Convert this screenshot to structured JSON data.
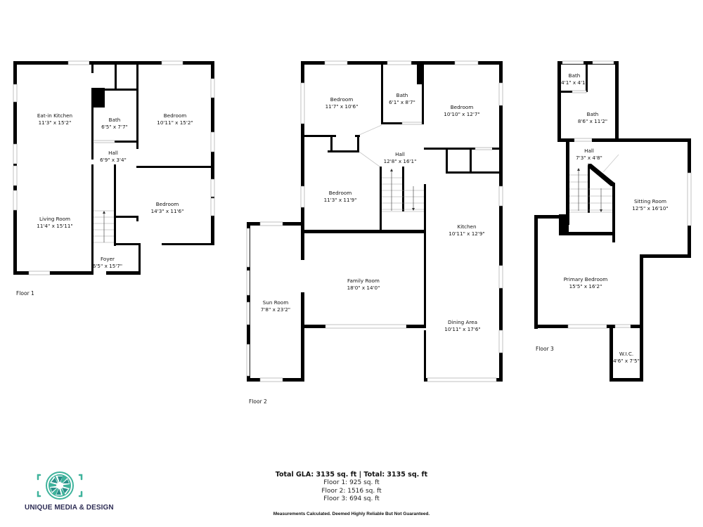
{
  "floors": [
    {
      "label": "Floor 1",
      "rooms": [
        {
          "name": "Eat-in Kitchen",
          "dim": "11'3\" x 15'2\""
        },
        {
          "name": "Bath",
          "dim": "6'5\" x 7'7\""
        },
        {
          "name": "Bedroom",
          "dim": "10'11\" x 15'2\""
        },
        {
          "name": "Hall",
          "dim": "6'9\" x 3'4\""
        },
        {
          "name": "Bedroom",
          "dim": "14'3\" x 11'6\""
        },
        {
          "name": "Living Room",
          "dim": "11'4\" x 15'11\""
        },
        {
          "name": "Foyer",
          "dim": "6'5\" x 15'7\""
        }
      ]
    },
    {
      "label": "Floor 2",
      "rooms": [
        {
          "name": "Bedroom",
          "dim": "11'7\" x 10'6\""
        },
        {
          "name": "Bath",
          "dim": "6'1\" x 8'7\""
        },
        {
          "name": "Bedroom",
          "dim": "10'10\" x 12'7\""
        },
        {
          "name": "Hall",
          "dim": "12'8\" x 16'1\""
        },
        {
          "name": "Bedroom",
          "dim": "11'3\" x 11'9\""
        },
        {
          "name": "Kitchen",
          "dim": "10'11\" x 12'9\""
        },
        {
          "name": "Family Room",
          "dim": "18'0\" x 14'0\""
        },
        {
          "name": "Sun Room",
          "dim": "7'8\" x 23'2\""
        },
        {
          "name": "Dining Area",
          "dim": "10'11\" x 17'6\""
        }
      ]
    },
    {
      "label": "Floor 3",
      "rooms": [
        {
          "name": "Bath",
          "dim": "4'1\" x 4'1\""
        },
        {
          "name": "Bath",
          "dim": "8'6\" x 11'2\""
        },
        {
          "name": "Hall",
          "dim": "7'3\" x 4'8\""
        },
        {
          "name": "Sitting Room",
          "dim": "12'5\" x 16'10\""
        },
        {
          "name": "Primary Bedroom",
          "dim": "15'5\" x 16'2\""
        },
        {
          "name": "W.I.C.",
          "dim": "4'6\" x 7'5\""
        }
      ]
    }
  ],
  "summary": {
    "headline": "Total GLA: 3135 sq. ft | Total: 3135 sq. ft",
    "floor_lines": [
      "Floor 1: 925 sq. ft",
      "Floor 2: 1516 sq. ft",
      "Floor 3: 694 sq. ft"
    ],
    "disclaimer": "Measurements Calculated. Deemed Highly Reliable But Not Guaranteed."
  },
  "brand": {
    "name": "UNIQUE MEDIA & DESIGN",
    "icon": "camera-aperture-icon",
    "colors": {
      "primary": "#3fb39c",
      "dark": "#2a8f8a",
      "text": "#2e2d55"
    }
  },
  "colors": {
    "wall": "#000000",
    "window": "#ffffff",
    "window_stroke": "#9a9a9a"
  }
}
